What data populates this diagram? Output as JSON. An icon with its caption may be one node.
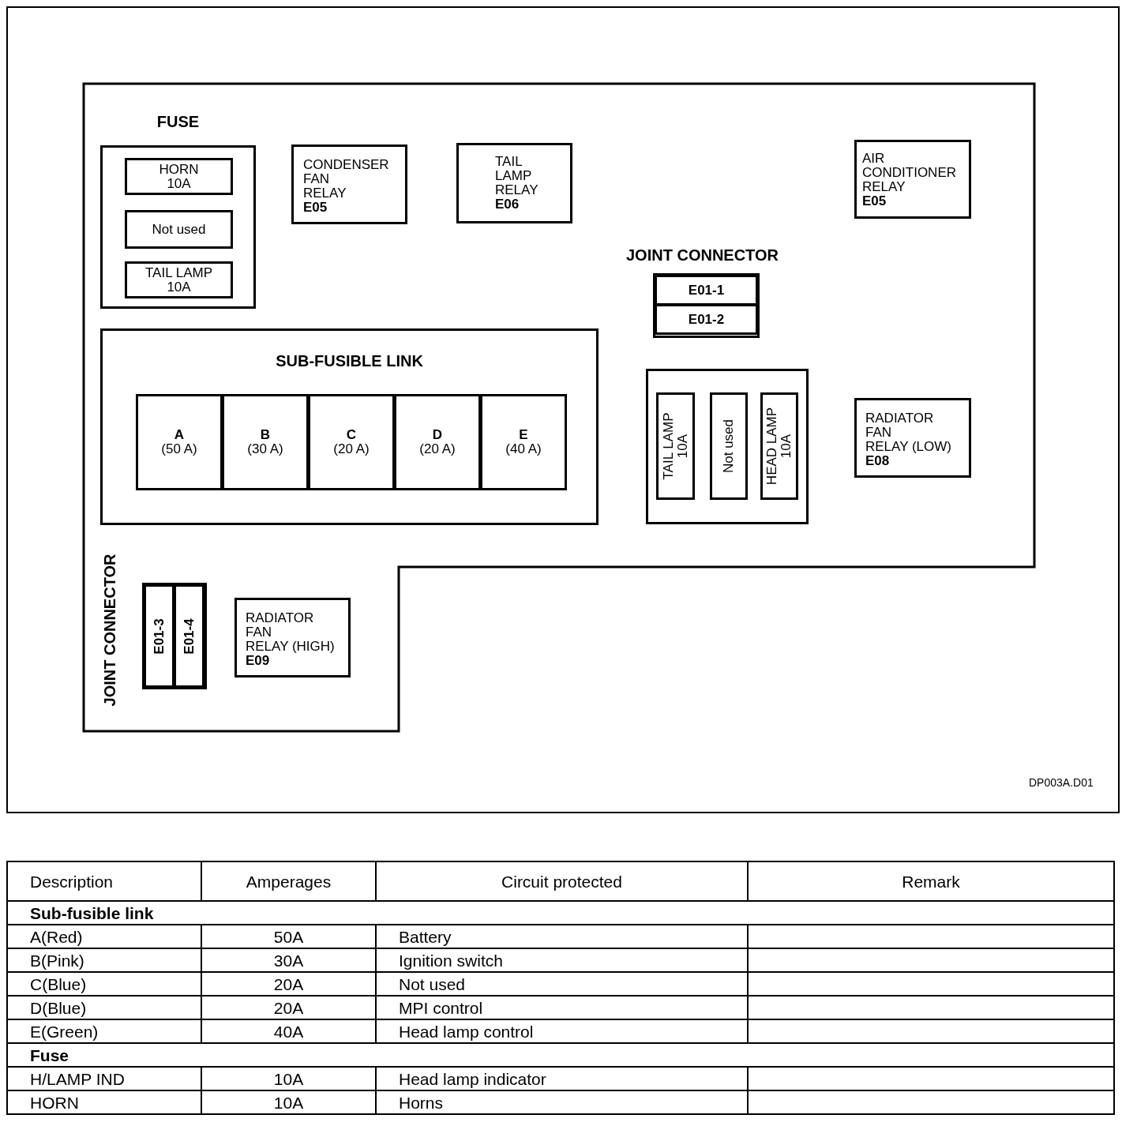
{
  "diagram": {
    "nodes": [
      {
        "text": [],
        "shape": "box"
      },
      {
        "text": [
          "FUSE"
        ],
        "in": 0
      },
      {
        "text": [
          "HORN 10A"
        ],
        "in": 1
      },
      {
        "text": [
          "Not used"
        ],
        "in": 1
      },
      {
        "text": [
          "TAIL LAMP 10A"
        ],
        "in": 1
      },
      {
        "text": [
          "CONDENSER FAN RELAY",
          "E05"
        ],
        "in": 0
      },
      {
        "text": [
          "TAIL LAMP RELAY",
          "E06"
        ],
        "in": 0
      },
      {
        "text": [
          "AIR CONDITIONER RELAY",
          "E05"
        ],
        "in": 0
      },
      {
        "text": [
          "JOINT CONNECTOR"
        ],
        "in": 0
      },
      {
        "text": [
          "E01-1"
        ],
        "in": 8
      },
      {
        "text": [
          "E01-2"
        ],
        "in": 8
      },
      {
        "text": [
          "SUB-FUSIBLE LINK"
        ],
        "in": 0
      },
      {
        "text": [
          "A",
          "(50 A)"
        ],
        "in": 11
      },
      {
        "text": [
          "B",
          "(30 A)"
        ],
        "in": 11
      },
      {
        "text": [
          "C",
          "(20 A)"
        ],
        "in": 11
      },
      {
        "text": [
          "D",
          "(20 A)"
        ],
        "in": 11
      },
      {
        "text": [
          "E",
          "(40 A)"
        ],
        "in": 11
      },
      {
        "text": [],
        "shape": "box",
        "in": 0
      },
      {
        "text": [
          "TAIL LAMP 10A"
        ],
        "in": 17
      },
      {
        "text": [
          "Not used"
        ],
        "in": 17
      },
      {
        "text": [
          "HEAD LAMP 10A"
        ],
        "in": 17
      },
      {
        "text": [
          "RADIATOR FAN RELAY (LOW)",
          "E08"
        ],
        "in": 0
      },
      {
        "text": [
          "JOINT CONNECTOR"
        ],
        "in": 0
      },
      {
        "text": [
          "E01-3"
        ],
        "in": 22
      },
      {
        "text": [
          "E01-4"
        ],
        "in": 22
      },
      {
        "text": [
          "RADIATOR FAN RELAY (HIGH)",
          "E09"
        ],
        "in": 0
      }
    ],
    "labels": [
      "DP003A.D01",
      "Description",
      "Amperages",
      "Circuit protected",
      "Remark",
      "Sub-fusible link",
      "A(Red)",
      "50A",
      "Battery",
      "B(Pink)",
      "30A",
      "Ignition switch",
      "C(Blue)",
      "20A",
      "Not used",
      "D(Blue)",
      "20A",
      "MPI control",
      "E(Green)",
      "40A",
      "Head lamp control",
      "Fuse",
      "H/LAMP IND",
      "10A",
      "Head lamp indicator",
      "HORN",
      "10A",
      "Horns"
    ]
  }
}
